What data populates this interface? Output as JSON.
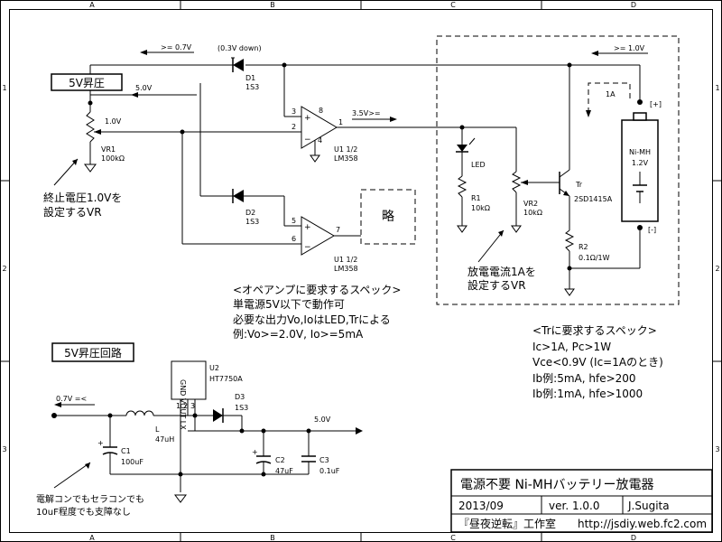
{
  "frame": {
    "cols": [
      "A",
      "B",
      "C",
      "D"
    ],
    "rows": [
      "1",
      "2",
      "3"
    ]
  },
  "labels": {
    "boost_box": "5V昇圧",
    "v_ge07": ">= 0.7V",
    "d_drop": "(0.3V down)",
    "d1": "D1",
    "d1_type": "1S3",
    "v50": "5.0V",
    "v10": "1.0V",
    "vr1": "VR1",
    "vr1_val": "100kΩ",
    "opa_pin3": "3",
    "opa_pin2": "2",
    "opa_pin8": "8",
    "opa_pin4": "4",
    "opa_pin1": "1",
    "u1a": "U1 1/2",
    "u1a_type": "LM358",
    "out_35": "3.5V>=",
    "d2": "D2",
    "d2_type": "1S3",
    "opb_pin5": "5",
    "opb_pin6": "6",
    "opb_pin7": "7",
    "u1b": "U1 1/2",
    "u1b_type": "LM358",
    "omit": "略",
    "note_vr1_l1": "終止電圧1.0Vを",
    "note_vr1_l2": "設定するVR",
    "led": "LED",
    "r1": "R1",
    "r1_val": "10kΩ",
    "vr2": "VR2",
    "vr2_val": "10kΩ",
    "tr": "Tr",
    "tr_type": "2SD1415A",
    "r2": "R2",
    "r2_val": "0.1Ω/1W",
    "bat_ge10": ">= 1.0V",
    "cur_1a": "1A",
    "bat_plus": "[+]",
    "bat_minus": "[-]",
    "bat_name": "Ni-MH",
    "bat_v": "1.2V",
    "note_vr2_l1": "放電電流1Aを",
    "note_vr2_l2": "設定するVR",
    "opamp_spec_title": "<オペアンプに要求するスペック>",
    "opamp_spec_1": "単電源5V以下で動作可",
    "opamp_spec_2": "必要な出力Vo,IoはLED,Trによる",
    "opamp_spec_3": "例:Vo>=2.0V, Io>=5mA",
    "tr_spec_title": "<Trに要求するスペック>",
    "tr_spec_1": "Ic>1A, Pc>1W",
    "tr_spec_2": "Vce<0.9V (Ic=1Aのとき)",
    "tr_spec_3": "Ib例:5mA, hfe>200",
    "tr_spec_4": "Ib例:1mA, hfe>1000",
    "boost_title": "5V昇圧回路",
    "u2": "U2",
    "u2_type": "HT7750A",
    "u2_pins": "GND VOUT LX",
    "u2_p1": "1",
    "u2_p2": "2",
    "u2_p3": "3",
    "in_07": "0.7V =<",
    "l": "L",
    "l_val": "47uH",
    "d3": "D3",
    "d3_type": "1S3",
    "out_50": "5.0V",
    "c1": "C1",
    "c1_val": "100uF",
    "c2": "C2",
    "c2_val": "47uF",
    "c3": "C3",
    "c3_val": "0.1uF",
    "note_cap_l1": "電解コンでもセラコンでも",
    "note_cap_l2": "10uF程度でも支障なし"
  },
  "title_block": {
    "title": "電源不要 Ni-MHバッテリー放電器",
    "date": "2013/09",
    "version": "ver. 1.0.0",
    "author": "J.Sugita",
    "lab": "『昼夜逆転』工作室",
    "url": "http://jsdiy.web.fc2.com"
  }
}
